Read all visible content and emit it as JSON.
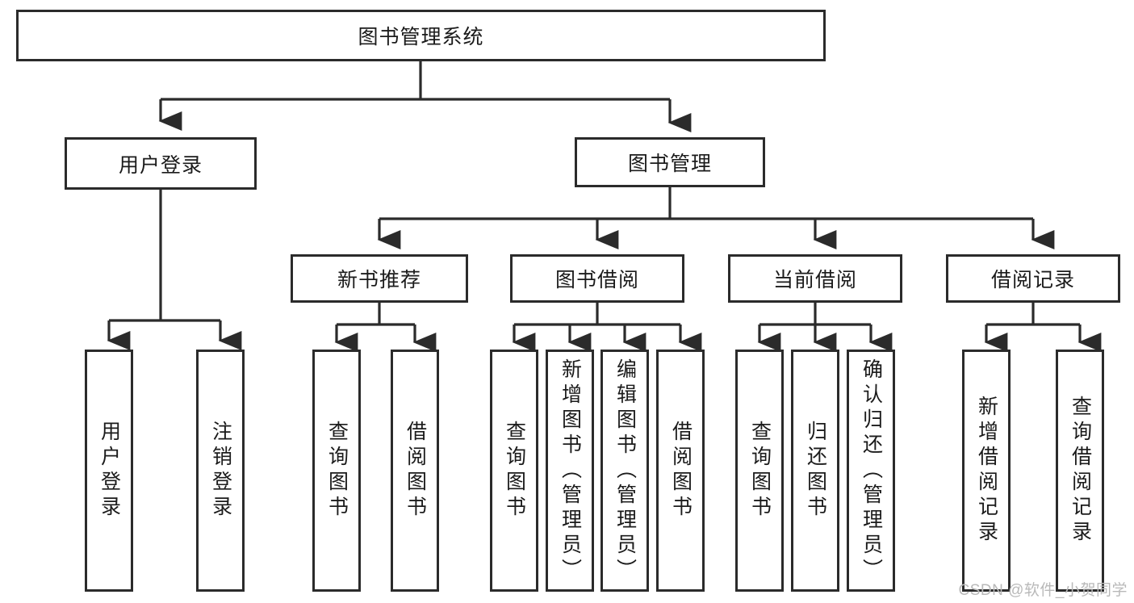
{
  "diagram": {
    "title_node": {
      "label": "图书管理系统"
    },
    "level2": [
      {
        "id": "user-login",
        "label": "用户登录"
      },
      {
        "id": "book-manage",
        "label": "图书管理"
      }
    ],
    "level3": [
      {
        "id": "new-book-recommend",
        "label": "新书推荐"
      },
      {
        "id": "book-borrow",
        "label": "图书借阅"
      },
      {
        "id": "current-borrow",
        "label": "当前借阅"
      },
      {
        "id": "borrow-record",
        "label": "借阅记录"
      }
    ],
    "leaves": [
      {
        "id": "leaf-user-login",
        "label": "用户登录"
      },
      {
        "id": "leaf-user-logout",
        "label": "注销登录"
      },
      {
        "id": "leaf-query-book-1",
        "label": "查询图书"
      },
      {
        "id": "leaf-borrow-book-1",
        "label": "借阅图书"
      },
      {
        "id": "leaf-query-book-2",
        "label": "查询图书"
      },
      {
        "id": "leaf-add-book",
        "label": "新增图书（管理员）"
      },
      {
        "id": "leaf-edit-book",
        "label": "编辑图书（管理员）"
      },
      {
        "id": "leaf-borrow-book-2",
        "label": "借阅图书"
      },
      {
        "id": "leaf-query-book-3",
        "label": "查询图书"
      },
      {
        "id": "leaf-return-book",
        "label": "归还图书"
      },
      {
        "id": "leaf-confirm-return",
        "label": "确认归还（管理员）"
      },
      {
        "id": "leaf-add-record",
        "label": "新增借阅记录"
      },
      {
        "id": "leaf-query-record",
        "label": "查询借阅记录"
      }
    ],
    "watermark": "CSDN @软件_小贺同学",
    "colors": {
      "stroke": "#2b2b2b",
      "fill": "#ffffff",
      "text": "#1b1b1b",
      "watermark": "#b9b9b9"
    }
  }
}
